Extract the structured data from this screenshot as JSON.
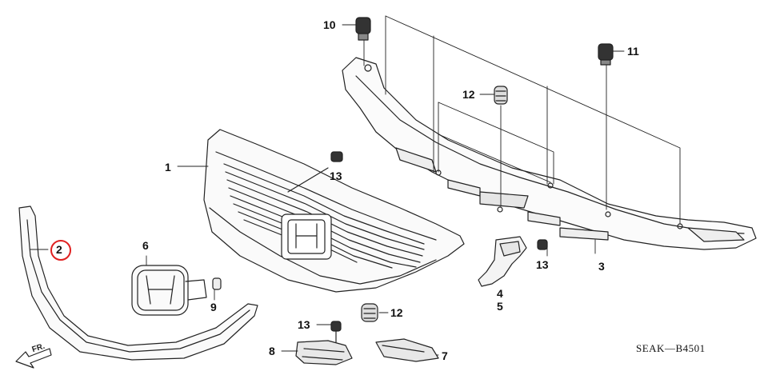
{
  "diagram_code": "SEAK—B4501",
  "direction_label": "FR.",
  "highlight_color": "#e02020",
  "callouts": {
    "c1": "1",
    "c2": "2",
    "c3": "3",
    "c4": "4",
    "c5": "5",
    "c6": "6",
    "c7": "7",
    "c8": "8",
    "c9": "9",
    "c10": "10",
    "c11": "11",
    "c12a": "12",
    "c12b": "12",
    "c13a": "13",
    "c13b": "13",
    "c13c": "13"
  },
  "highlighted_part": "2"
}
